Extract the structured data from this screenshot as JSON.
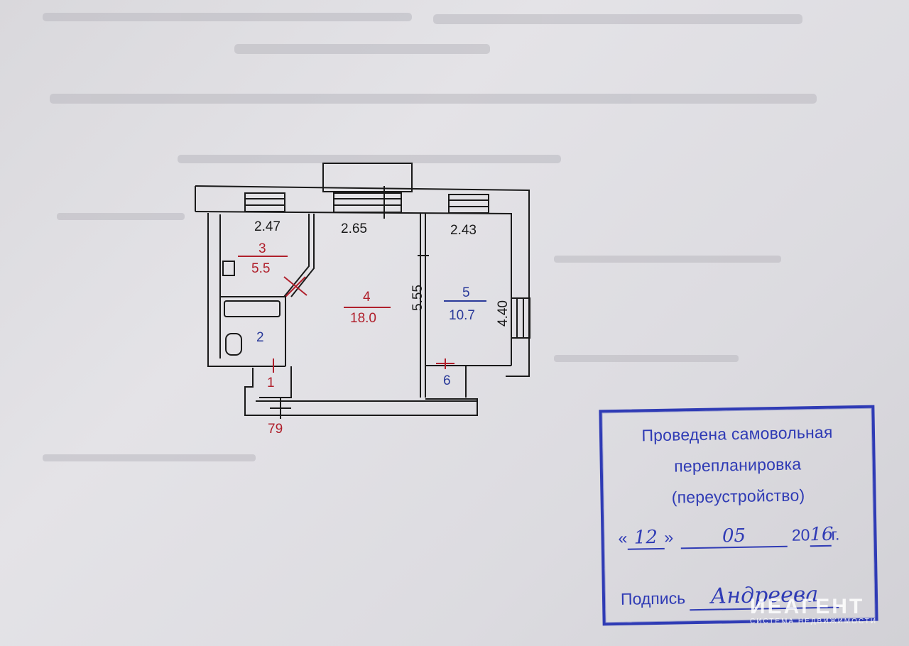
{
  "plan": {
    "dimensions": {
      "room3_width": "2.47",
      "room4_width": "2.65",
      "room5_width": "2.43",
      "room4_length": "5.55",
      "room5_length": "4.40"
    },
    "rooms": {
      "r1_number": "1",
      "r1_area": "79",
      "r2_number": "2",
      "r3_number": "3",
      "r3_area": "5.5",
      "r4_number": "4",
      "r4_area": "18.0",
      "r5_number": "5",
      "r5_area": "10.7",
      "r6_number": "6"
    },
    "colors": {
      "red": "#b0202c",
      "blue": "#2a3a9a",
      "wall": "#1a1a1a"
    }
  },
  "stamp": {
    "line1": "Проведена самовольная",
    "line2": "перепланировка",
    "line3": "(переустройство)",
    "date_open_quote": "«",
    "date_day": "12",
    "date_close_quote": "»",
    "date_month": "05",
    "date_year_prefix": "20",
    "date_year_suffix": "16",
    "date_suffix": "г.",
    "sign_label": "Подпись",
    "signature": "Андреева",
    "color": "#2f3bb5"
  },
  "watermark": {
    "logo": "ИЕАГЕНТ",
    "subtitle": "СИСТЕМА НЕДВИЖИМОСТИ"
  }
}
